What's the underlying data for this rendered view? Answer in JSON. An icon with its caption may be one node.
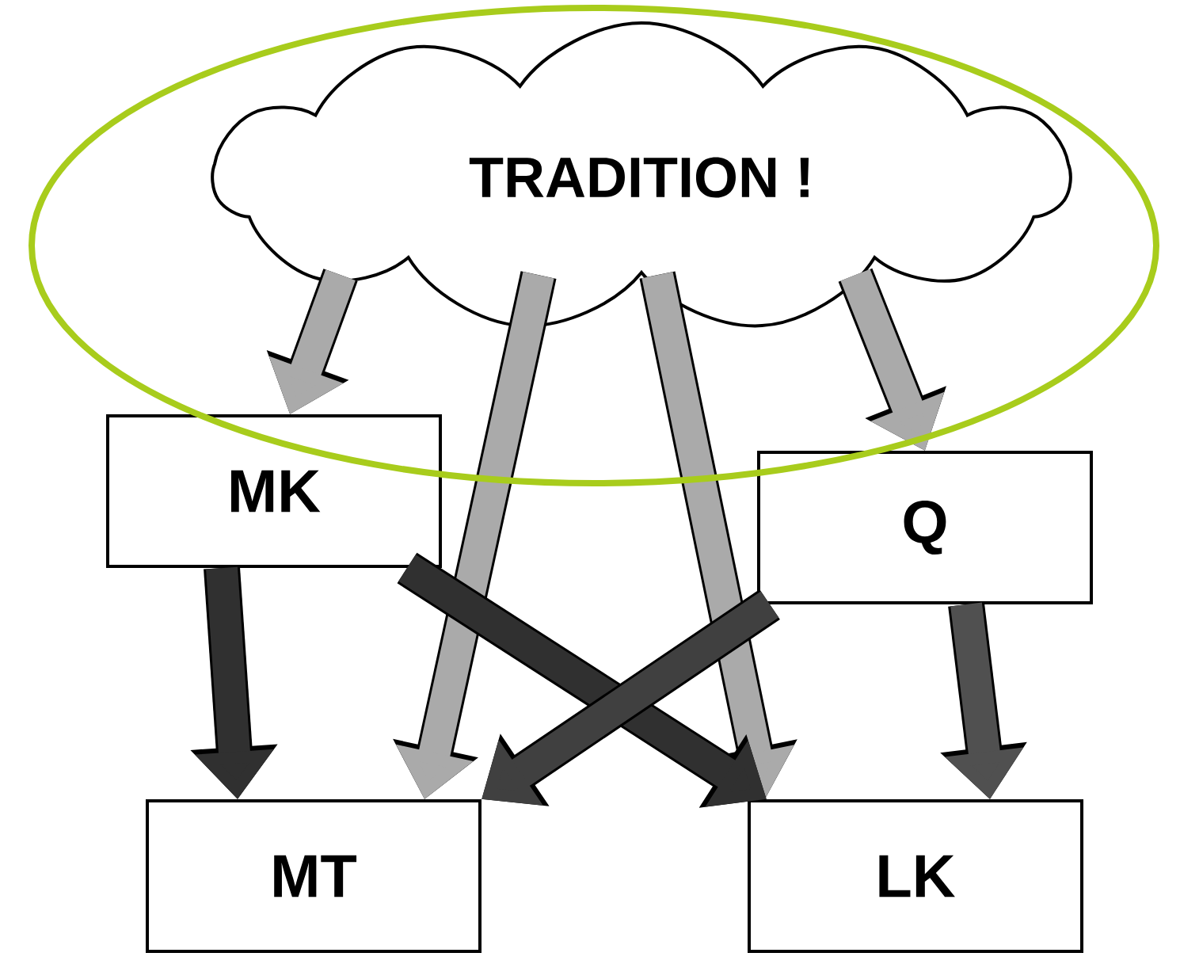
{
  "diagram": {
    "nodes": [
      {
        "text": [
          "TRADITION !"
        ]
      },
      {
        "text": [
          "MK"
        ]
      },
      {
        "text": [
          "Q"
        ]
      },
      {
        "text": [
          "MT"
        ]
      },
      {
        "text": [
          "LK"
        ]
      }
    ],
    "edges": [
      {
        "from": 0,
        "to": 1,
        "arrow": "to"
      },
      {
        "from": 0,
        "to": 3,
        "arrow": "to"
      },
      {
        "from": 0,
        "to": 4,
        "arrow": "to"
      },
      {
        "from": 0,
        "to": 2,
        "arrow": "to"
      },
      {
        "from": 1,
        "to": 3,
        "arrow": "to",
        "color": "#303030"
      },
      {
        "from": 2,
        "to": 4,
        "arrow": "to",
        "color": "#505050"
      },
      {
        "from": 1,
        "to": 4,
        "arrow": "to",
        "color": "#303030"
      },
      {
        "from": 2,
        "to": 3,
        "arrow": "to",
        "color": "#404040"
      }
    ]
  }
}
